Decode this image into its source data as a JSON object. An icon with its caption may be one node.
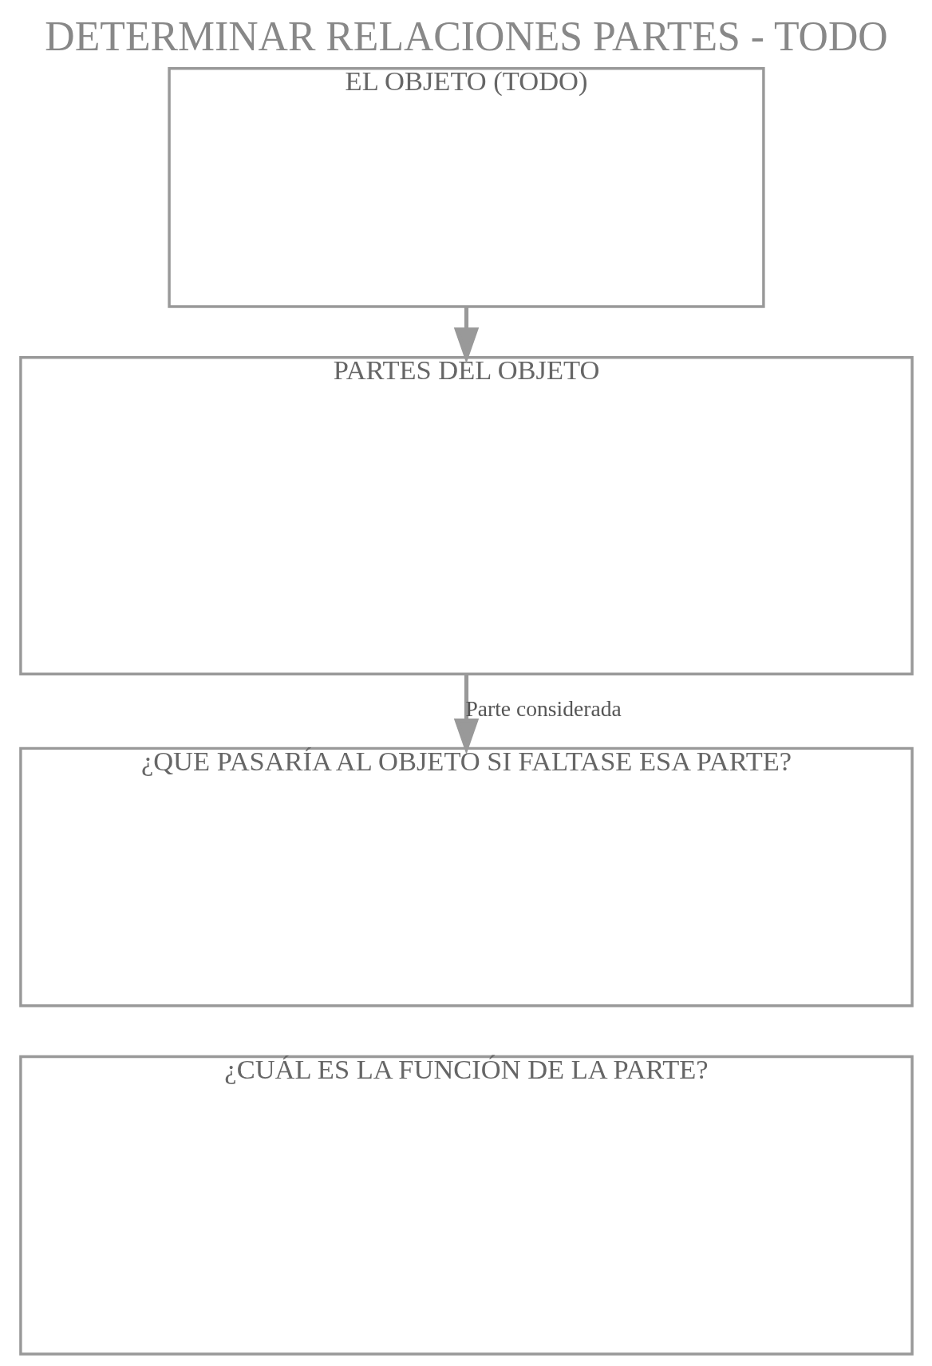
{
  "diagram": {
    "title": "DETERMINAR RELACIONES PARTES - TODO",
    "nodes": [
      {
        "text": [
          "EL OBJETO (TODO)"
        ]
      },
      {
        "text": [
          "PARTES DEL OBJETO"
        ]
      },
      {
        "text": [
          "¿QUE PASARÍA AL OBJETO SI FALTASE ESA PARTE?"
        ]
      },
      {
        "text": [
          "¿CUÁL ES LA FUNCIÓN DE LA PARTE?"
        ]
      }
    ],
    "edges": [
      {
        "from": 0,
        "to": 1,
        "arrow": "to"
      },
      {
        "from": 1,
        "to": 2,
        "arrow": "to",
        "label": "Parte considerada"
      }
    ]
  }
}
